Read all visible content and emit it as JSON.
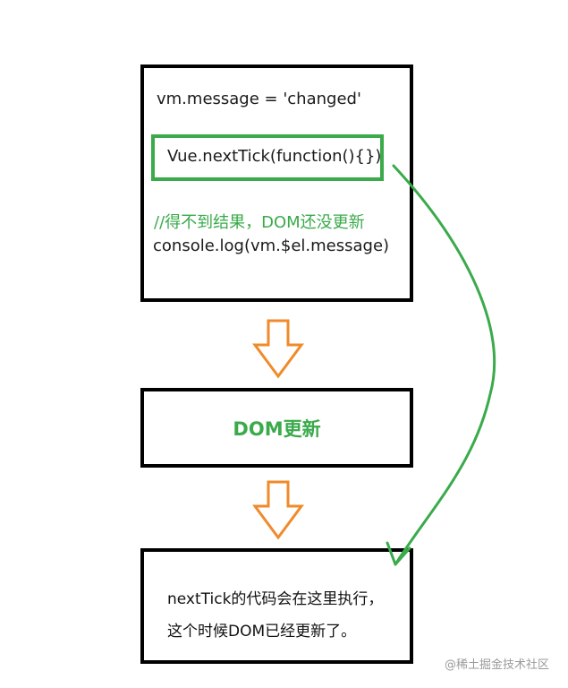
{
  "colors": {
    "box_border": "#000000",
    "highlight": "#3aaa4b",
    "down_arrow": "#f08a2a",
    "flow_arrow": "#3aaa4b",
    "watermark": "#9a9a9a"
  },
  "step1": {
    "line_message": "vm.message = 'changed'",
    "line_nexttick": "Vue.nextTick(function(){})",
    "line_comment": "//得不到结果，DOM还没更新",
    "line_console": "console.log(vm.$el.message)"
  },
  "step2": {
    "label": "DOM更新"
  },
  "step3": {
    "line_1": "nextTick的代码会在这里执行，",
    "line_2": "这个时候DOM已经更新了。"
  },
  "watermark": "@稀土掘金技术社区",
  "icons": {
    "down_arrows": "hollow-down-arrow",
    "flow_arrow": "curved-arrow"
  }
}
